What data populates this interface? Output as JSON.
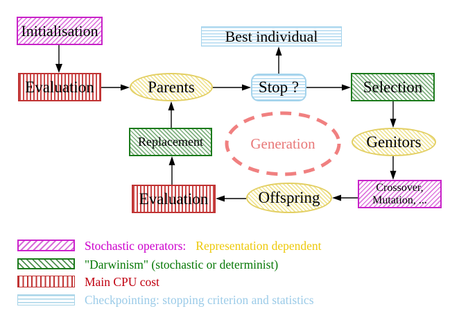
{
  "diagram": {
    "nodes": {
      "initialisation": "Initialisation",
      "evaluation_top": "Evaluation",
      "parents": "Parents",
      "best_individual": "Best individual",
      "stop": "Stop ?",
      "selection": "Selection",
      "genitors": "Genitors",
      "crossover_line1": "Crossover,",
      "crossover_line2": "Mutation, ...",
      "offspring": "Offspring",
      "evaluation_bottom": "Evaluation",
      "replacement": "Replacement",
      "generation": "Generation"
    },
    "colors": {
      "stochastic_magenta": "#CC22CC",
      "darwinism_green": "#1A7A1A",
      "cpu_red": "#C03333",
      "checkpoint_cyan": "#A8D4E8",
      "population_yellow": "#E3CF63",
      "generation_salmon": "#F08080",
      "node_text": "#000000"
    }
  },
  "legend": {
    "rows": [
      {
        "swatch": "magenta-hatch",
        "text1": "Stochastic operators:",
        "text2": "Representation dependent"
      },
      {
        "swatch": "green-hatch",
        "text1": "\"Darwinism\" (stochastic or determinist)"
      },
      {
        "swatch": "red-stripes",
        "text1": "Main CPU cost"
      },
      {
        "swatch": "cyan-stripes",
        "text1": "Checkpointing: stopping criterion and statistics"
      }
    ]
  }
}
